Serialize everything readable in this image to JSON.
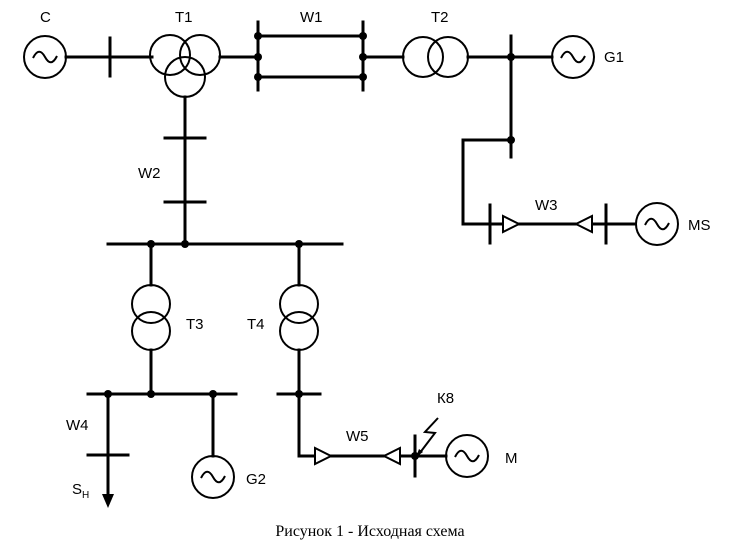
{
  "labels": {
    "source_c": "C",
    "t1": "T1",
    "w1": "W1",
    "t2": "T2",
    "g1": "G1",
    "w2": "W2",
    "w3": "W3",
    "ms": "MS",
    "t3": "T3",
    "t4": "T4",
    "w4": "W4",
    "g2": "G2",
    "w5": "W5",
    "k8": "К8",
    "m": "M",
    "load_main": "S",
    "load_sub": "H"
  },
  "caption": "Рисунок 1 - Исходная схема",
  "icons": {
    "generator": "sine-in-circle-icon",
    "fault": "lightning-arrow-icon",
    "load": "down-arrow-icon"
  }
}
